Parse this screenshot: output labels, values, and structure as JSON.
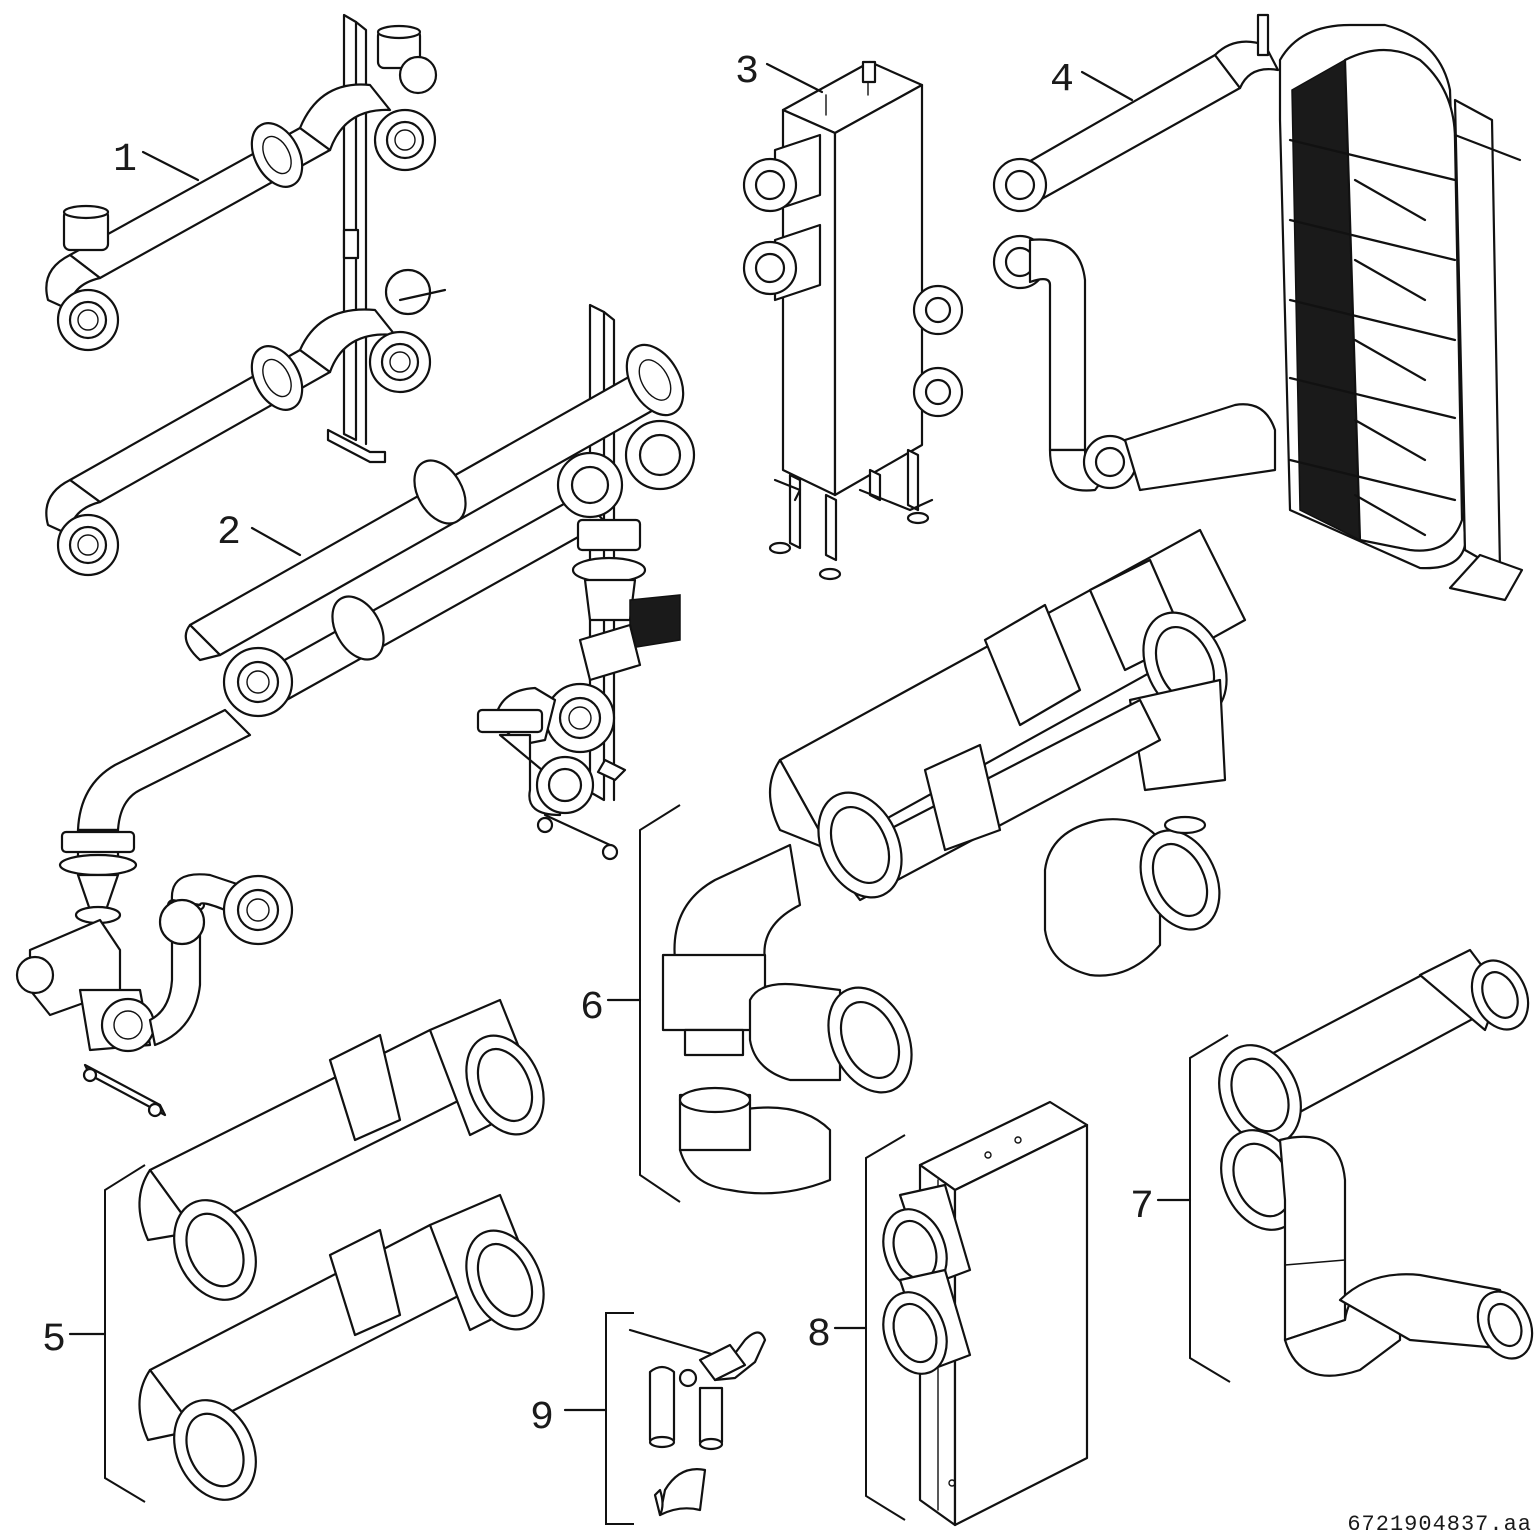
{
  "callouts": [
    {
      "id": "1",
      "label": "1"
    },
    {
      "id": "2",
      "label": "2"
    },
    {
      "id": "3",
      "label": "3"
    },
    {
      "id": "4",
      "label": "4"
    },
    {
      "id": "5",
      "label": "5"
    },
    {
      "id": "6",
      "label": "6"
    },
    {
      "id": "7",
      "label": "7"
    },
    {
      "id": "8",
      "label": "8"
    },
    {
      "id": "9",
      "label": "9"
    }
  ],
  "document_id": "6721904837.aa"
}
